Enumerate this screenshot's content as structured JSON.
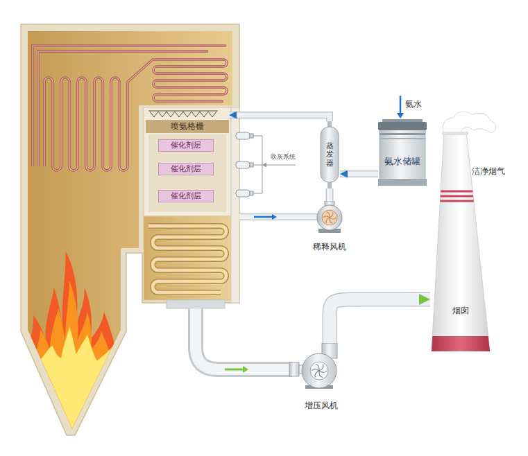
{
  "diagram": {
    "nodes": [
      {
        "text": [
          "喷氨格栅"
        ]
      },
      {
        "text": [
          "催化剂层"
        ]
      },
      {
        "text": [
          "催化剂层"
        ]
      },
      {
        "text": [
          "催化剂层"
        ]
      },
      {
        "text": [
          "蒸发器"
        ]
      },
      {
        "text": [
          "氨水储罐"
        ]
      },
      {
        "text": [
          "稀释风机"
        ]
      },
      {
        "text": [
          "增压风机"
        ]
      },
      {
        "text": [
          "烟囱"
        ]
      }
    ],
    "edges": [
      {
        "from": 5,
        "to": 4,
        "arrow": "to"
      },
      {
        "from": 4,
        "to": 0,
        "arrow": "to"
      },
      {
        "from": 6,
        "to": 4,
        "arrow": "none"
      },
      {
        "from": 7,
        "to": 8,
        "arrow": "to"
      }
    ],
    "labels": [
      "吹灰系统",
      "氨水",
      "洁净烟气"
    ]
  }
}
